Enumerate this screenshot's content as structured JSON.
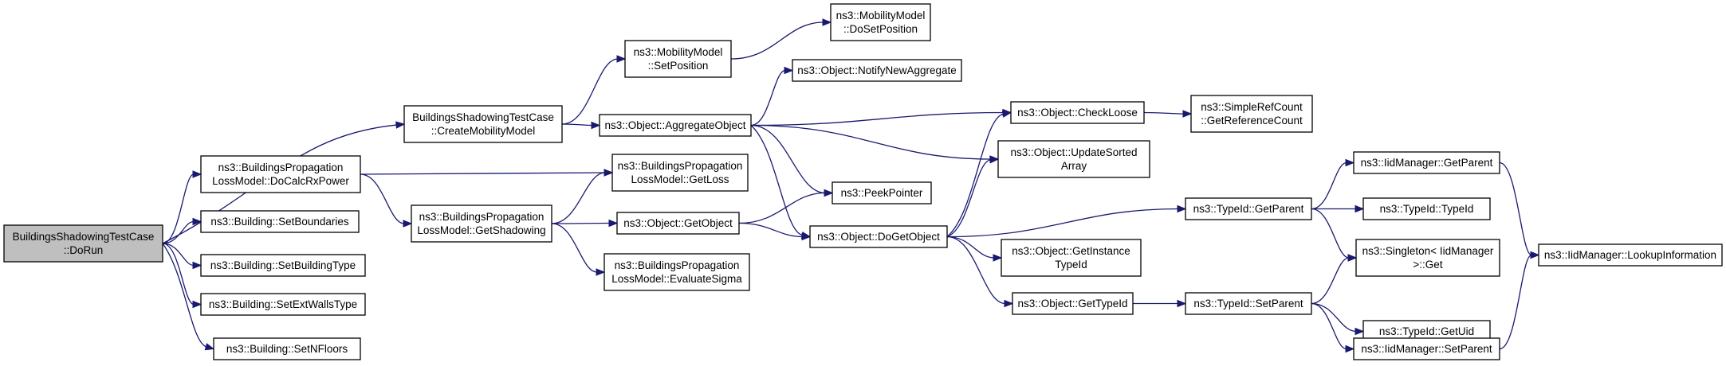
{
  "nodes": [
    {
      "id": "dorun",
      "root": true,
      "lines": [
        "BuildingsShadowingTestCase",
        "::DoRun"
      ]
    },
    {
      "id": "createmob",
      "lines": [
        "BuildingsShadowingTestCase",
        "::CreateMobilityModel"
      ]
    },
    {
      "id": "docalcrx",
      "lines": [
        "ns3::BuildingsPropagation",
        "LossModel::DoCalcRxPower"
      ]
    },
    {
      "id": "setbound",
      "lines": [
        "ns3::Building::SetBoundaries"
      ]
    },
    {
      "id": "setbtype",
      "lines": [
        "ns3::Building::SetBuildingType"
      ]
    },
    {
      "id": "setextwalls",
      "lines": [
        "ns3::Building::SetExtWallsType"
      ]
    },
    {
      "id": "setnfloors",
      "lines": [
        "ns3::Building::SetNFloors"
      ]
    },
    {
      "id": "setposition",
      "lines": [
        "ns3::MobilityModel",
        "::SetPosition"
      ]
    },
    {
      "id": "aggregate",
      "lines": [
        "ns3::Object::AggregateObject"
      ]
    },
    {
      "id": "getloss",
      "lines": [
        "ns3::BuildingsPropagation",
        "LossModel::GetLoss"
      ]
    },
    {
      "id": "getshadowing",
      "lines": [
        "ns3::BuildingsPropagation",
        "LossModel::GetShadowing"
      ]
    },
    {
      "id": "getobject",
      "lines": [
        "ns3::Object::GetObject"
      ]
    },
    {
      "id": "evalsigma",
      "lines": [
        "ns3::BuildingsPropagation",
        "LossModel::EvaluateSigma"
      ]
    },
    {
      "id": "dosetposition",
      "lines": [
        "ns3::MobilityModel",
        "::DoSetPosition"
      ]
    },
    {
      "id": "notifynew",
      "lines": [
        "ns3::Object::NotifyNewAggregate"
      ]
    },
    {
      "id": "peekpointer",
      "lines": [
        "ns3::PeekPointer"
      ]
    },
    {
      "id": "dogetobject",
      "lines": [
        "ns3::Object::DoGetObject"
      ]
    },
    {
      "id": "checkloose",
      "lines": [
        "ns3::Object::CheckLoose"
      ]
    },
    {
      "id": "updatesorted",
      "lines": [
        "ns3::Object::UpdateSorted",
        "Array"
      ]
    },
    {
      "id": "getinstance",
      "lines": [
        "ns3::Object::GetInstance",
        "TypeId"
      ]
    },
    {
      "id": "gettypeid",
      "lines": [
        "ns3::Object::GetTypeId"
      ]
    },
    {
      "id": "getrefcount",
      "lines": [
        "ns3::SimpleRefCount",
        "::GetReferenceCount"
      ]
    },
    {
      "id": "typeid_getparent",
      "lines": [
        "ns3::TypeId::GetParent"
      ]
    },
    {
      "id": "typeid_setparent",
      "lines": [
        "ns3::TypeId::SetParent"
      ]
    },
    {
      "id": "iid_getparent",
      "lines": [
        "ns3::IidManager::GetParent"
      ]
    },
    {
      "id": "typeid_typeid",
      "lines": [
        "ns3::TypeId::TypeId"
      ]
    },
    {
      "id": "singleton_get",
      "lines": [
        "ns3::Singleton< IidManager",
        " >::Get"
      ]
    },
    {
      "id": "typeid_getuid",
      "lines": [
        "ns3::TypeId::GetUid"
      ]
    },
    {
      "id": "iid_setparent",
      "lines": [
        "ns3::IidManager::SetParent"
      ]
    },
    {
      "id": "iid_lookup",
      "lines": [
        "ns3::IidManager::LookupInformation"
      ]
    }
  ],
  "edges": [
    [
      "dorun",
      "createmob"
    ],
    [
      "dorun",
      "docalcrx"
    ],
    [
      "dorun",
      "setbound"
    ],
    [
      "dorun",
      "setbtype"
    ],
    [
      "dorun",
      "setextwalls"
    ],
    [
      "dorun",
      "setnfloors"
    ],
    [
      "createmob",
      "setposition"
    ],
    [
      "createmob",
      "aggregate"
    ],
    [
      "docalcrx",
      "getloss"
    ],
    [
      "docalcrx",
      "getshadowing"
    ],
    [
      "setposition",
      "dosetposition"
    ],
    [
      "aggregate",
      "notifynew"
    ],
    [
      "aggregate",
      "checkloose"
    ],
    [
      "aggregate",
      "updatesorted"
    ],
    [
      "aggregate",
      "peekpointer"
    ],
    [
      "aggregate",
      "dogetobject"
    ],
    [
      "getshadowing",
      "getloss"
    ],
    [
      "getshadowing",
      "getobject"
    ],
    [
      "getshadowing",
      "evalsigma"
    ],
    [
      "getobject",
      "peekpointer"
    ],
    [
      "getobject",
      "dogetobject"
    ],
    [
      "dogetobject",
      "checkloose"
    ],
    [
      "dogetobject",
      "updatesorted"
    ],
    [
      "dogetobject",
      "getinstance"
    ],
    [
      "dogetobject",
      "gettypeid"
    ],
    [
      "dogetobject",
      "typeid_getparent"
    ],
    [
      "checkloose",
      "getrefcount"
    ],
    [
      "gettypeid",
      "typeid_setparent"
    ],
    [
      "typeid_getparent",
      "iid_getparent"
    ],
    [
      "typeid_getparent",
      "typeid_typeid"
    ],
    [
      "typeid_getparent",
      "singleton_get"
    ],
    [
      "typeid_setparent",
      "singleton_get"
    ],
    [
      "typeid_setparent",
      "typeid_getuid"
    ],
    [
      "typeid_setparent",
      "iid_setparent"
    ],
    [
      "iid_getparent",
      "iid_lookup"
    ],
    [
      "iid_setparent",
      "iid_lookup"
    ]
  ]
}
